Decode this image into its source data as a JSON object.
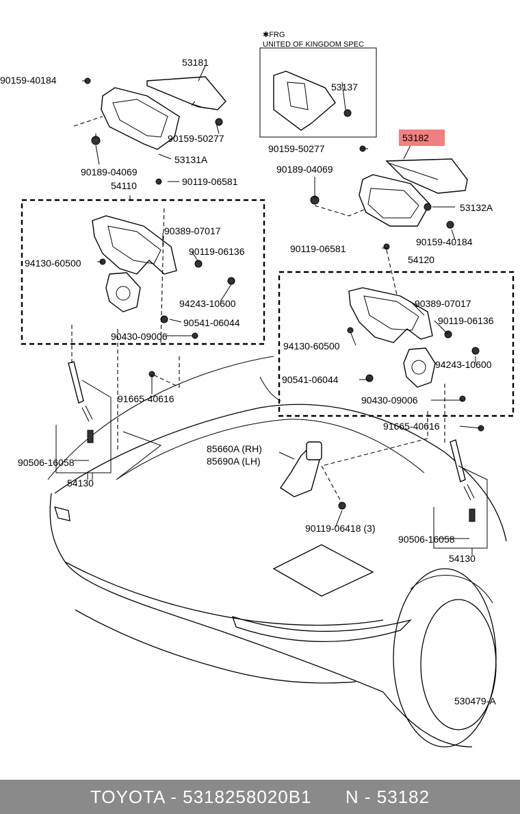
{
  "callouts": {
    "p53181": "53181",
    "p90159_40184_a": "90159-40184",
    "p53131A": "53131A",
    "p90159_50277_a": "90159-50277",
    "p90189_04069_a": "90189-04069",
    "p54110": "54110",
    "p90119_06581_a": "90119-06581",
    "p90389_07017_a": "90389-07017",
    "p90119_06136_a": "90119-06136",
    "p94130_60500_a": "94130-60500",
    "p94243_10600_a": "94243-10600",
    "p90541_06044_a": "90541-06044",
    "p90430_09006_a": "90430-09006",
    "p91665_40616_a": "91665-40616",
    "p90506_16058_a": "90506-16058",
    "p54130_a": "54130",
    "spec_line1": "✱FRG",
    "spec_line2": "UNITED OF KINGDOM SPEC",
    "p53137": "53137",
    "p53182": "53182",
    "p90159_50277_b": "90159-50277",
    "p90189_04069_b": "90189-04069",
    "p53132A": "53132A",
    "p90159_40184_b": "90159-40184",
    "p90119_06581_b": "90119-06581",
    "p54120": "54120",
    "p90389_07017_b": "90389-07017",
    "p90119_06136_b": "90119-06136",
    "p94130_60500_b": "94130-60500",
    "p94243_10600_b": "94243-10600",
    "p90541_06044_b": "90541-06044",
    "p90430_09006_b": "90430-09006",
    "p91665_40616_b": "91665-40616",
    "p85660A": "85660A (RH)",
    "p85690A": "85690A (LH)",
    "p90119_06418": "90119-06418 (3)",
    "p90506_16058_b": "90506-16058",
    "p54130_b": "54130",
    "diagram_code": "530479-A"
  },
  "highlight_color": "#f08080",
  "footer": {
    "brand": "TOYOTA - 5318258020B1",
    "part_ref": "N - 53182"
  }
}
